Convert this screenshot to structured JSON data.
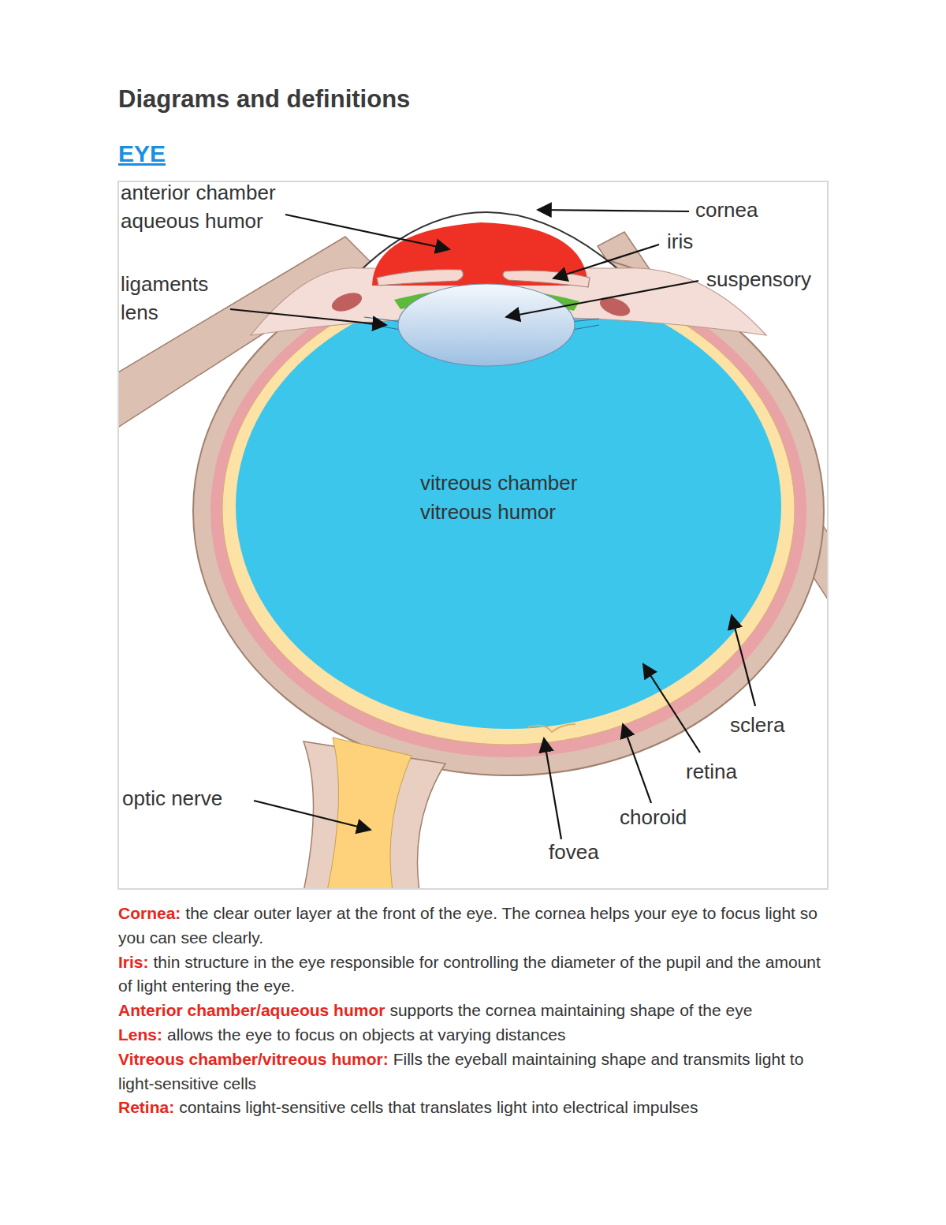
{
  "diagram": {
    "title": "Diagrams and definitions",
    "labels": [
      "EYE",
      "anterior chamber",
      "aqueous humor",
      "cornea",
      "iris",
      "suspensory",
      "ligaments",
      "lens",
      "vitreous chamber",
      "vitreous humor",
      "sclera",
      "retina",
      "optic nerve",
      "choroid",
      "fovea",
      "Cornea:",
      "the clear outer layer at the front of the eye. The cornea helps your eye to focus light so you can see clearly.",
      "Iris:",
      "thin structure in the eye responsible for controlling the diameter of the pupil and the amount of light entering the eye.",
      "Anterior chamber/aqueous humor",
      "supports the cornea maintaining shape of the eye",
      "Lens:",
      "allows the eye to focus on objects at varying distances",
      "Vitreous chamber/vitreous humor:",
      "Fills the eyeball maintaining shape and transmits light to light-sensitive cells",
      "Retina:",
      "contains light-sensitive cells that translates light into electrical impulses"
    ]
  }
}
